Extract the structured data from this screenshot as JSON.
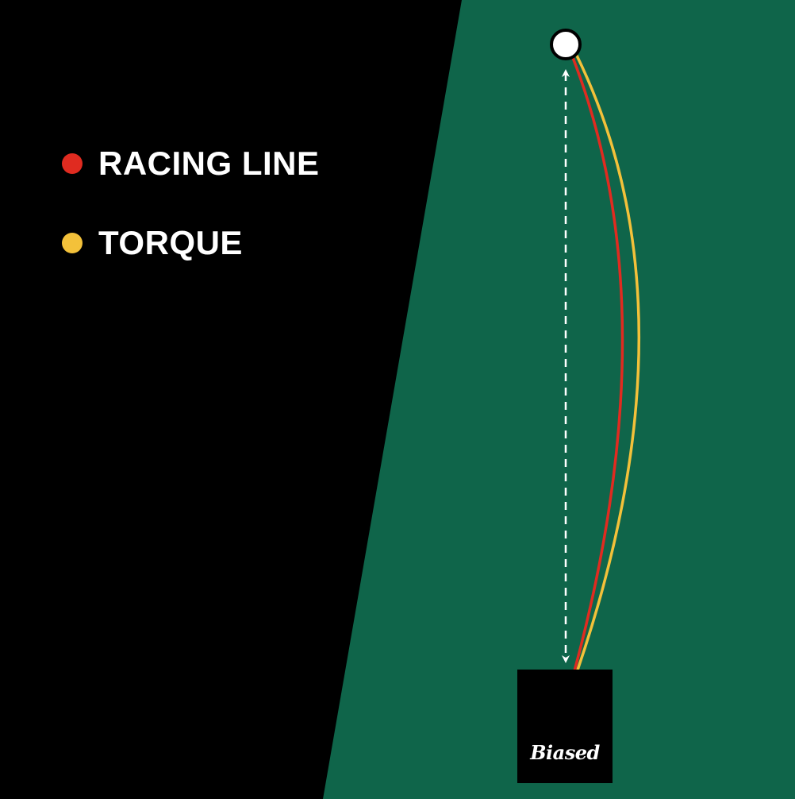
{
  "legend": {
    "items": [
      {
        "label": "RACING LINE",
        "color": "#e02b20"
      },
      {
        "label": "TORQUE",
        "color": "#f3c13a"
      }
    ]
  },
  "colors": {
    "background_dark": "#000000",
    "field_green": "#0f654a",
    "racing_line": "#e02b20",
    "torque": "#f3c13a",
    "ball": "#ffffff",
    "arrow": "#ffffff",
    "logo_box": "#000000"
  },
  "logo": {
    "text": "Biased"
  }
}
